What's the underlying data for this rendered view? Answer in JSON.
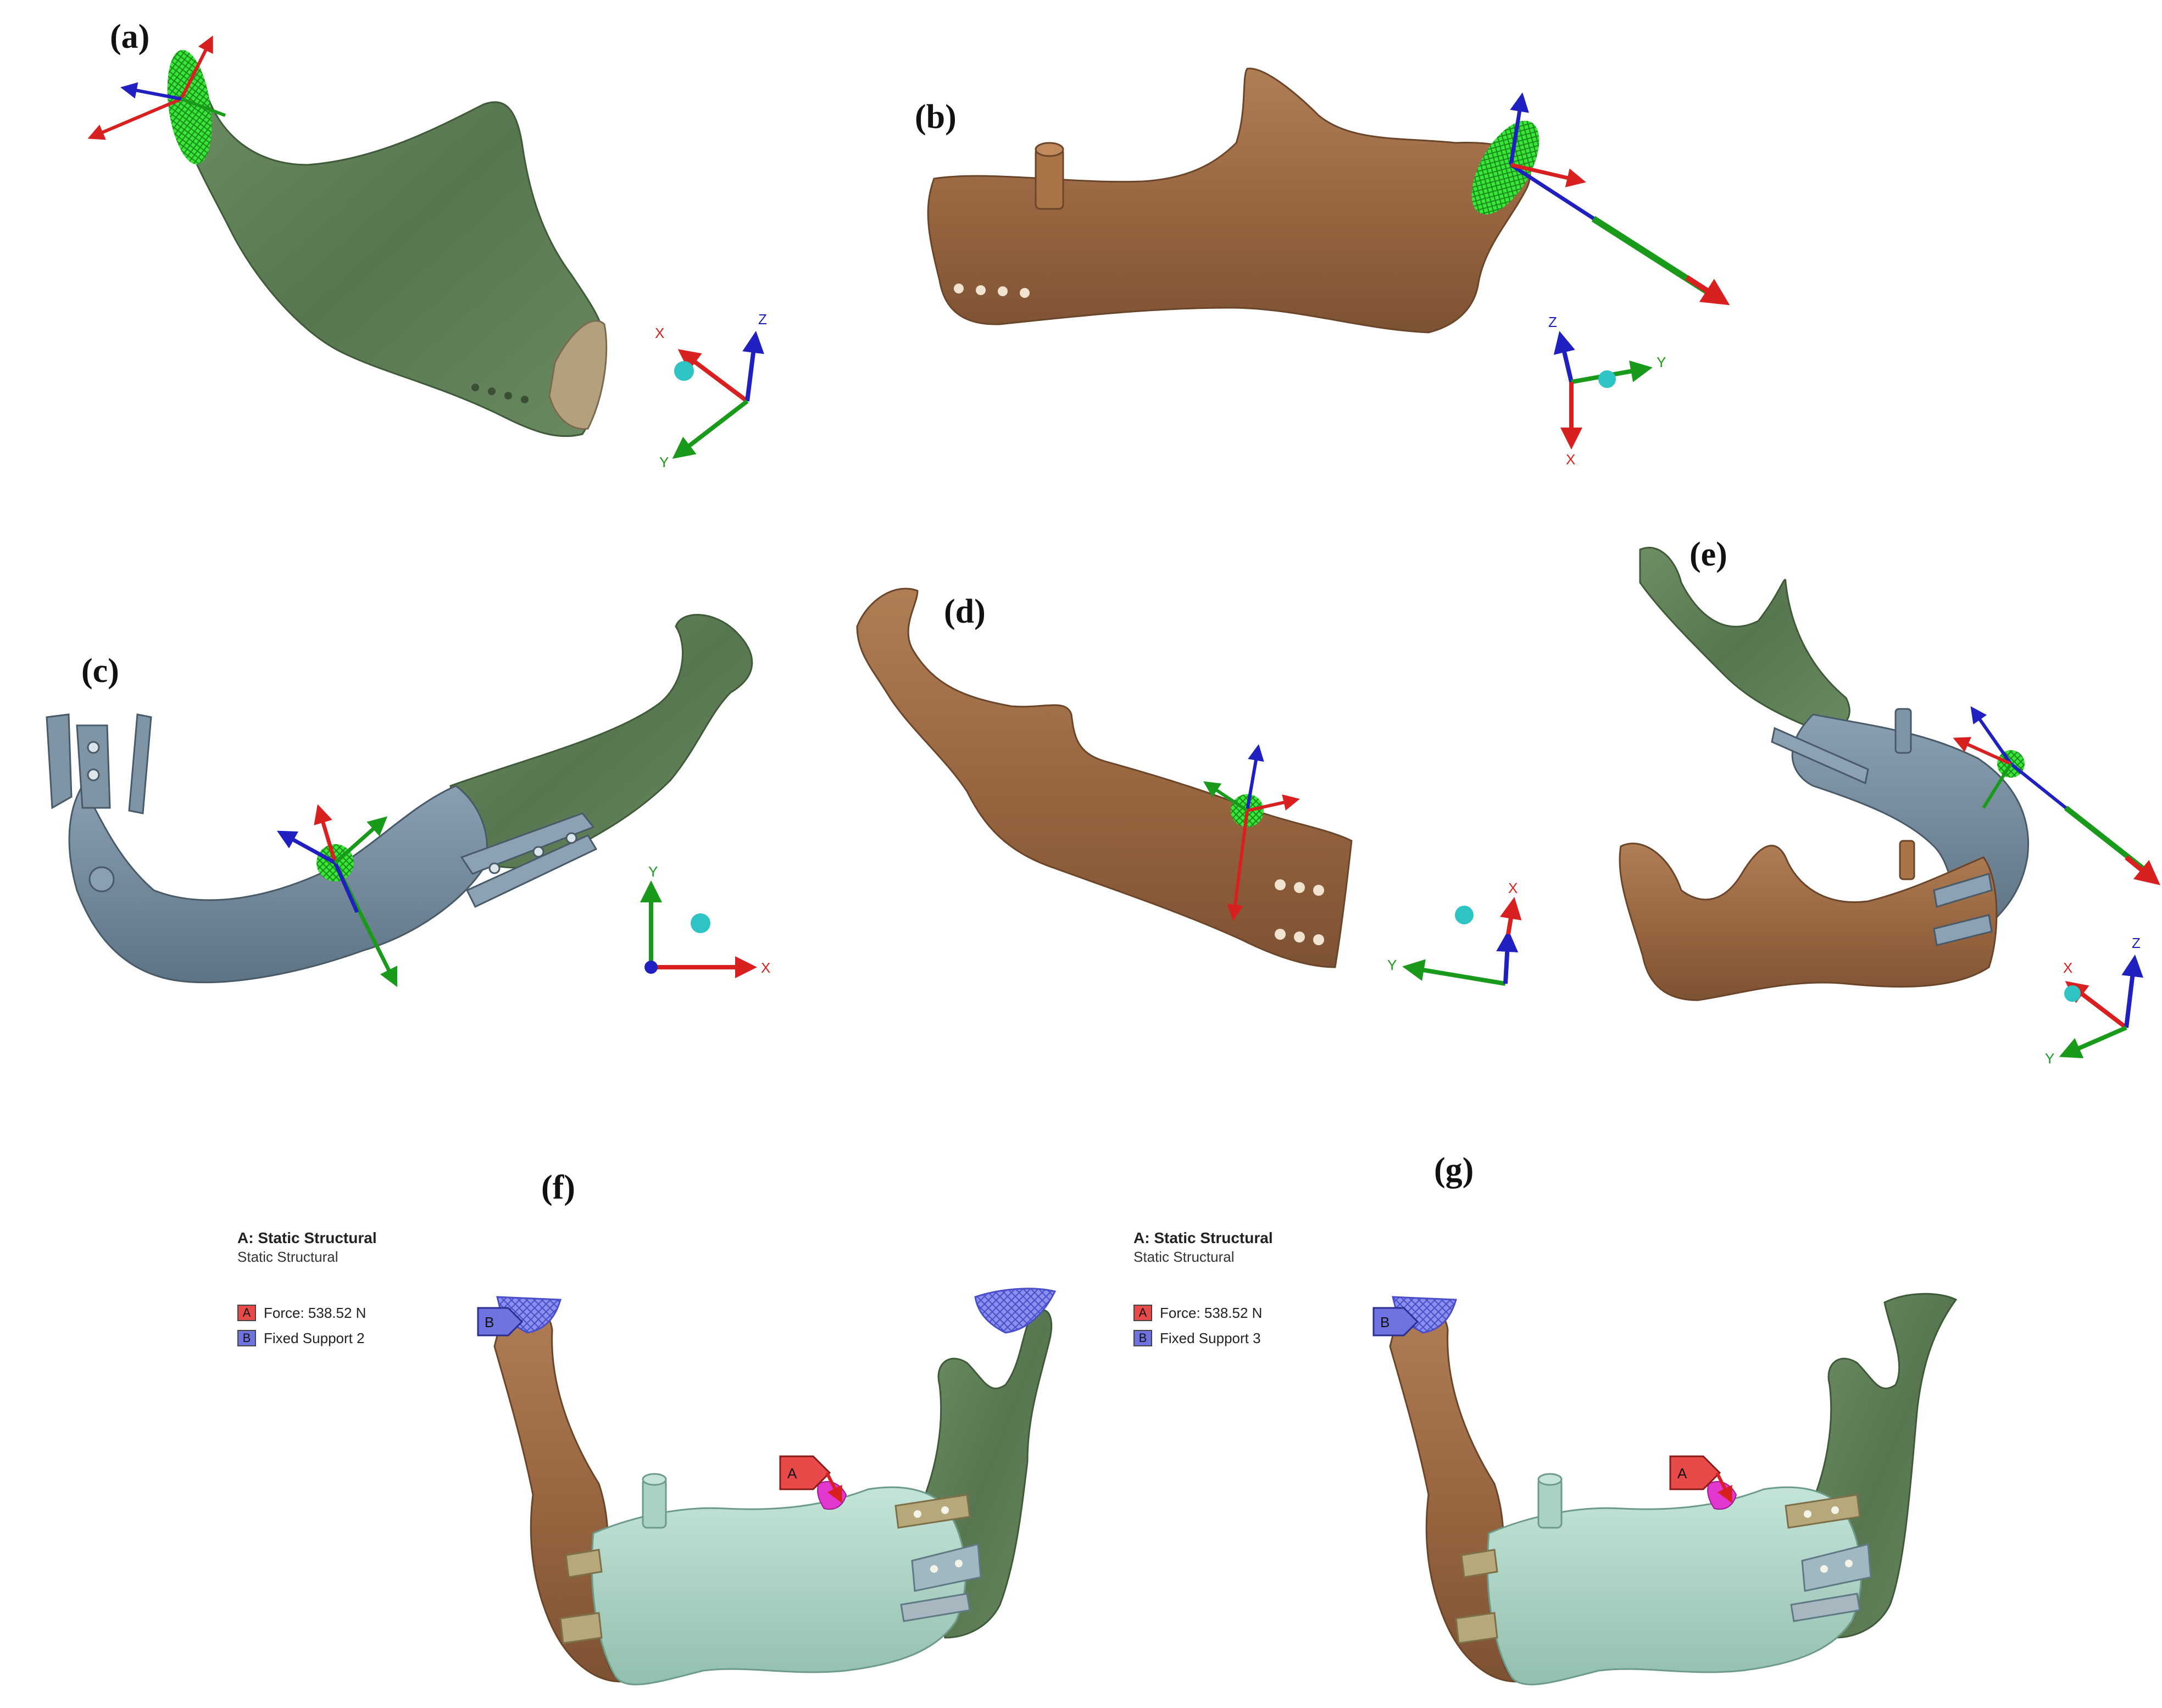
{
  "panels": {
    "a": {
      "label": "(a)"
    },
    "b": {
      "label": "(b)"
    },
    "c": {
      "label": "(c)"
    },
    "d": {
      "label": "(d)"
    },
    "e": {
      "label": "(e)"
    },
    "f": {
      "label": "(f)"
    },
    "g": {
      "label": "(g)"
    }
  },
  "axes_letters": {
    "x": "X",
    "y": "Y",
    "z": "Z"
  },
  "legend_f": {
    "title": "A: Static Structural",
    "subtitle": "Static Structural",
    "items": [
      {
        "key": "A",
        "text": "Force: 538.52 N",
        "color": "#e84a4a"
      },
      {
        "key": "B",
        "text": "Fixed Support 2",
        "color": "#6f73e0"
      }
    ]
  },
  "legend_g": {
    "title": "A: Static Structural",
    "subtitle": "Static Structural",
    "items": [
      {
        "key": "A",
        "text": "Force: 538.52 N",
        "color": "#e84a4a"
      },
      {
        "key": "B",
        "text": "Fixed Support 3",
        "color": "#6f73e0"
      }
    ]
  },
  "colors": {
    "bone_green": "#5e7d55",
    "bone_brown": "#9b6b44",
    "implant_blue": "#6f8597",
    "implant_mint": "#a9d2c3",
    "selection": "#2fe02f",
    "axis_x": "#d92020",
    "axis_y": "#1a9a1a",
    "axis_z": "#2020c0",
    "origin": "#2ec4c4"
  }
}
